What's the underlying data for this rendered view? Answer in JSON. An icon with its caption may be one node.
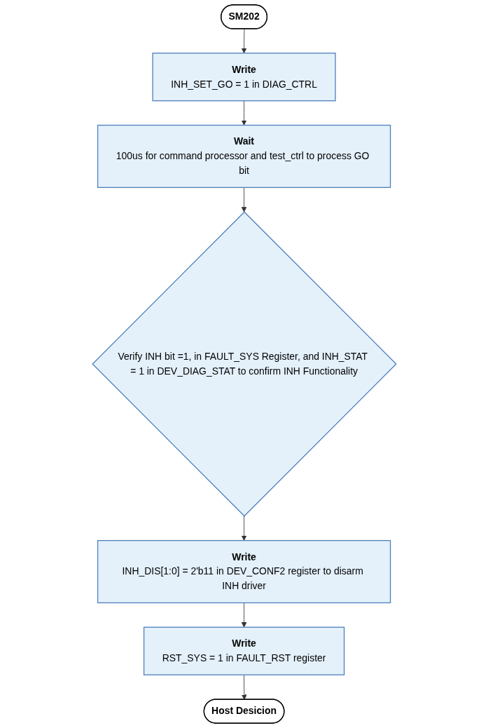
{
  "diagram": {
    "nodes": [
      {
        "text": [
          "SM202"
        ]
      },
      {
        "text": [
          "Write",
          "INH_SET_GO = 1 in DIAG_CTRL"
        ]
      },
      {
        "text": [
          "Wait",
          "100us for command processor and test_ctrl to process GO bit"
        ]
      },
      {
        "text": [
          "Verify INH bit =1, in FAULT_SYS Register, and INH_STAT = 1 in DEV_DIAG_STAT to confirm INH Functionality"
        ]
      },
      {
        "text": [
          "Write",
          "INH_DIS[1:0] = 2'b11 in DEV_CONF2 register to disarm INH driver"
        ]
      },
      {
        "text": [
          "Write",
          "RST_SYS = 1 in FAULT_RST register"
        ]
      },
      {
        "text": [
          "Host Desicion"
        ]
      }
    ],
    "edges": [
      {
        "from": 0,
        "to": 1,
        "arrow": "to"
      },
      {
        "from": 1,
        "to": 2,
        "arrow": "to"
      },
      {
        "from": 2,
        "to": 3,
        "arrow": "to"
      },
      {
        "from": 3,
        "to": 4,
        "arrow": "to"
      },
      {
        "from": 4,
        "to": 5,
        "arrow": "to"
      },
      {
        "from": 5,
        "to": 6,
        "arrow": "to"
      }
    ]
  }
}
